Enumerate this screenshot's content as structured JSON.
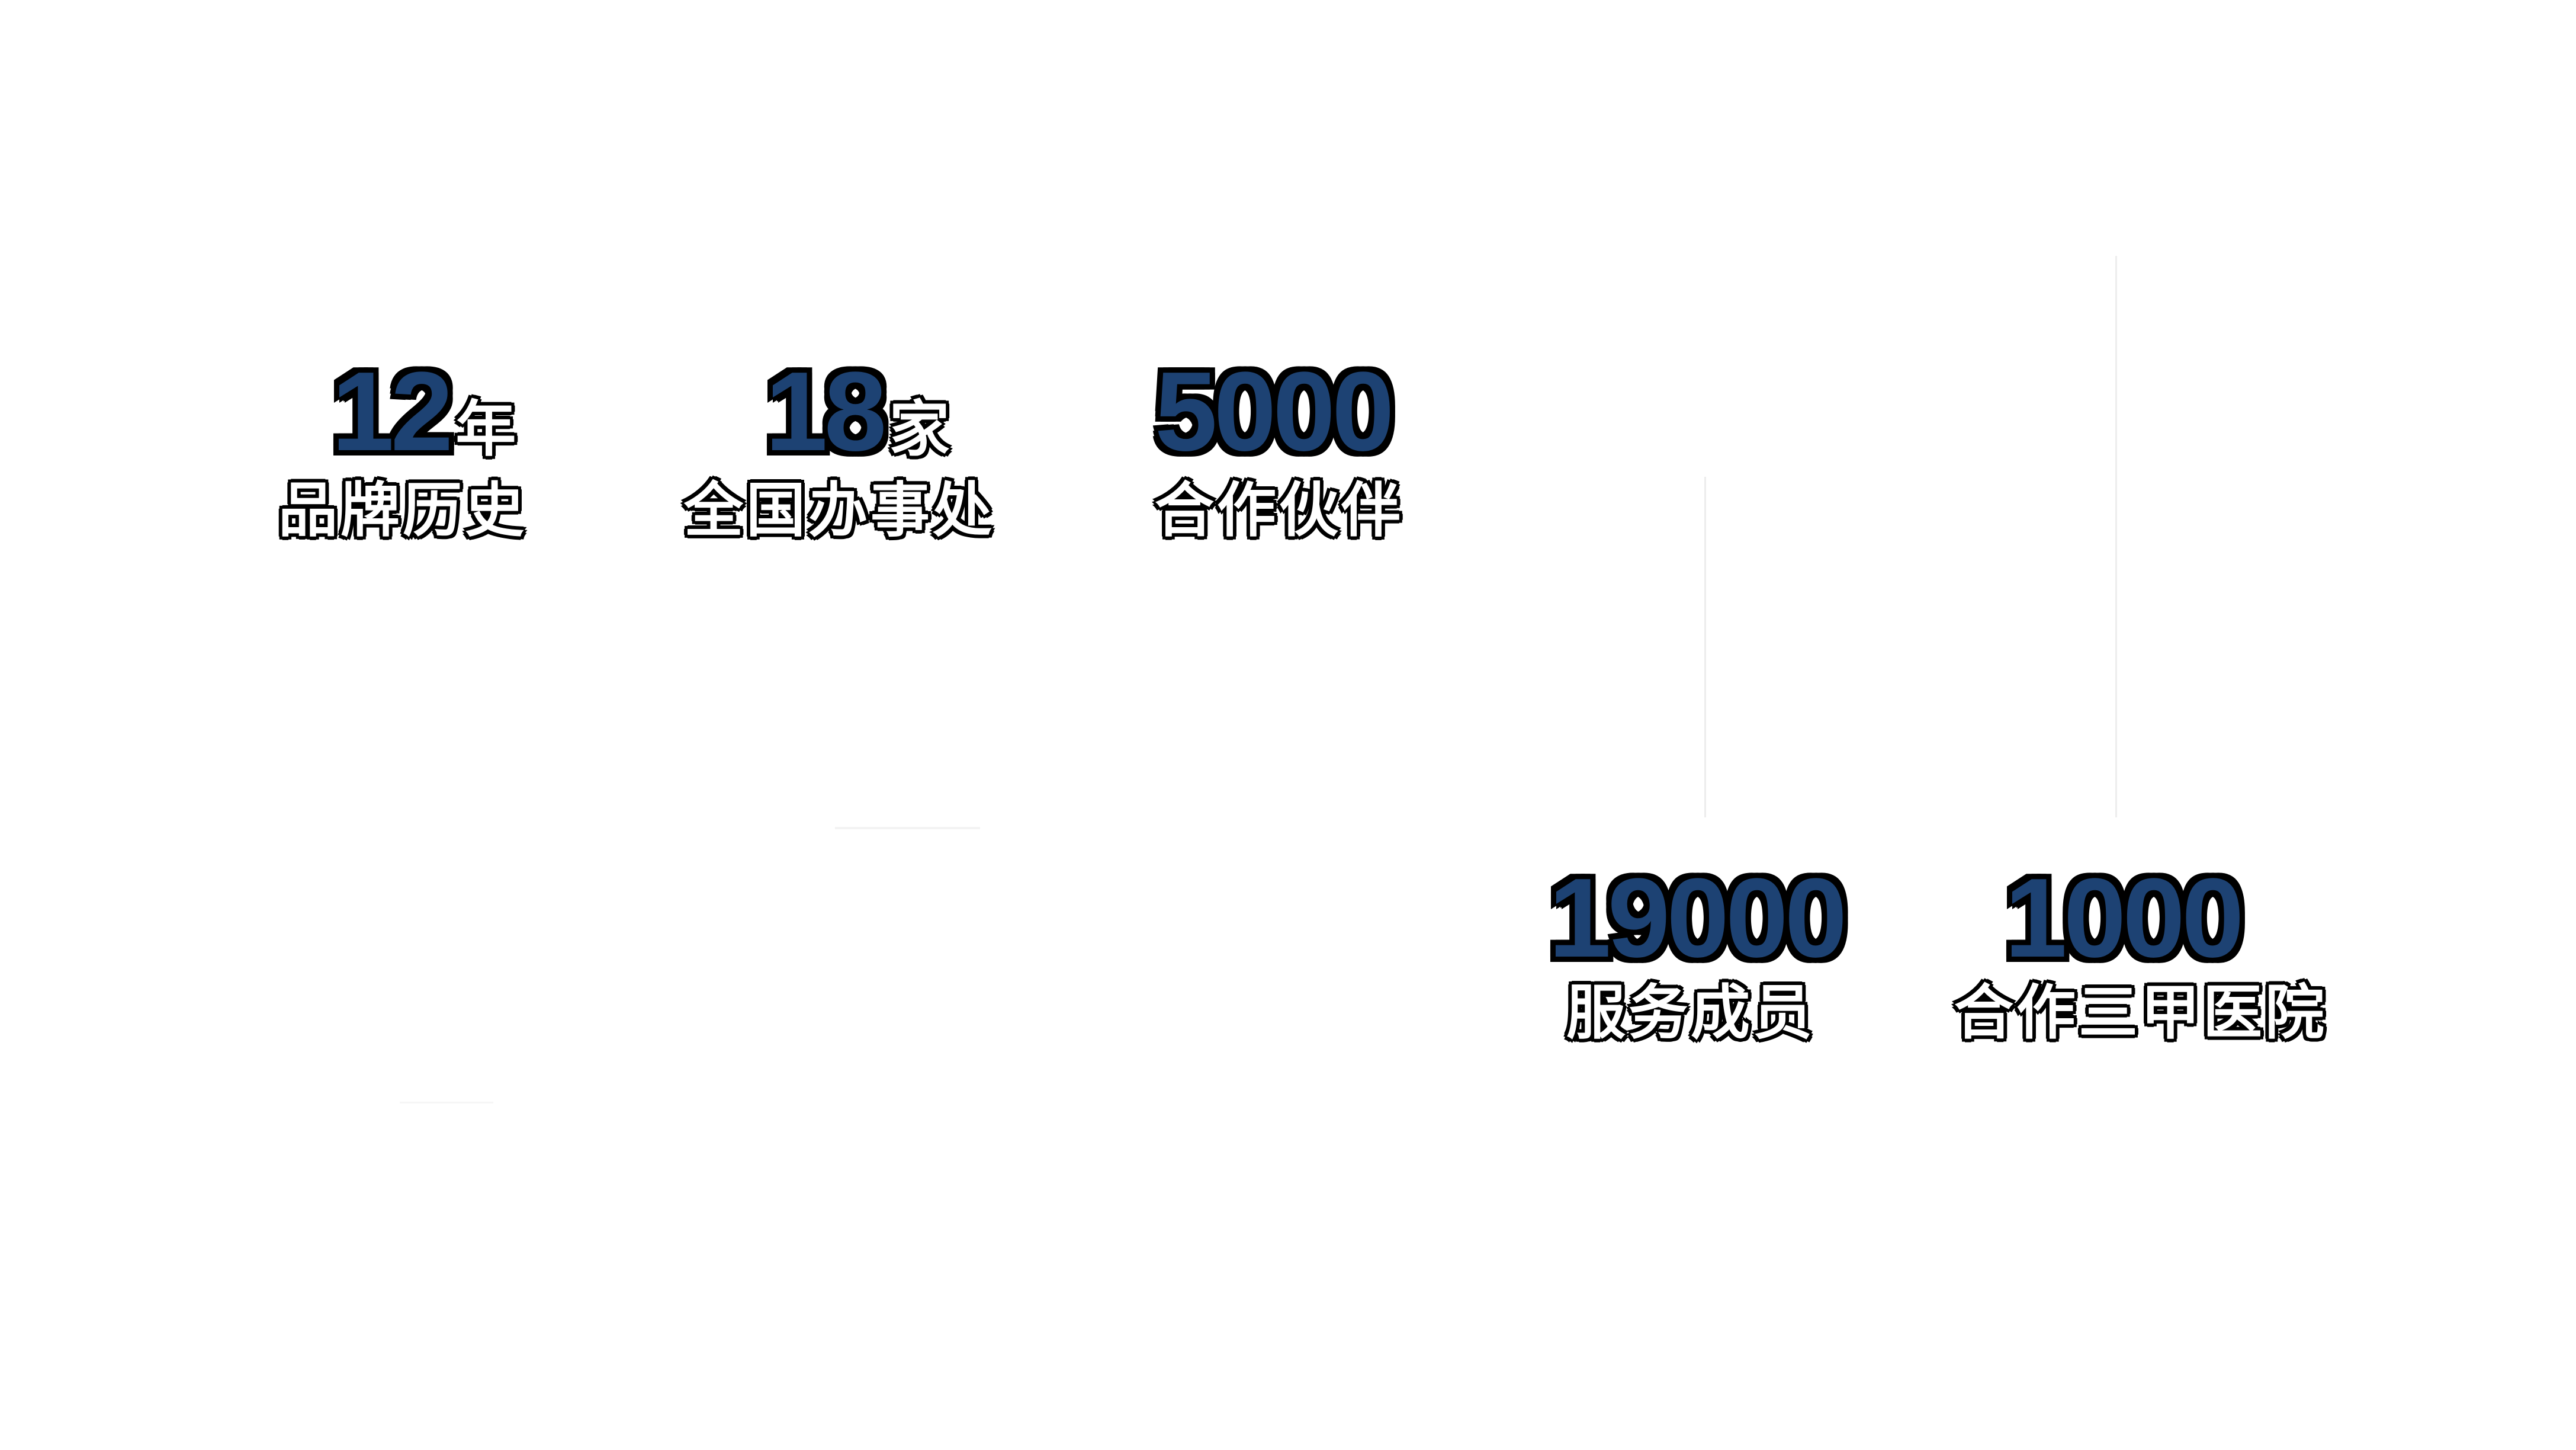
{
  "page": {
    "background": "#ffffff"
  },
  "stats_section": {
    "stats": [
      {
        "value": "12",
        "unit": "年",
        "label": "品牌历史"
      },
      {
        "value": "18",
        "unit": "家",
        "label": "全国办事处"
      },
      {
        "value": "5000",
        "unit": "",
        "label": "合作伙伴"
      },
      {
        "value": "19000",
        "unit": "",
        "label": "服务成员"
      },
      {
        "value": "1000",
        "unit": "",
        "label": "合作三甲医院"
      }
    ],
    "colors": {
      "number": "#1d4273",
      "unit_text": "#ffffff",
      "label_text": "#ffffff",
      "outline": "#000000",
      "divider": "#ededed"
    }
  }
}
